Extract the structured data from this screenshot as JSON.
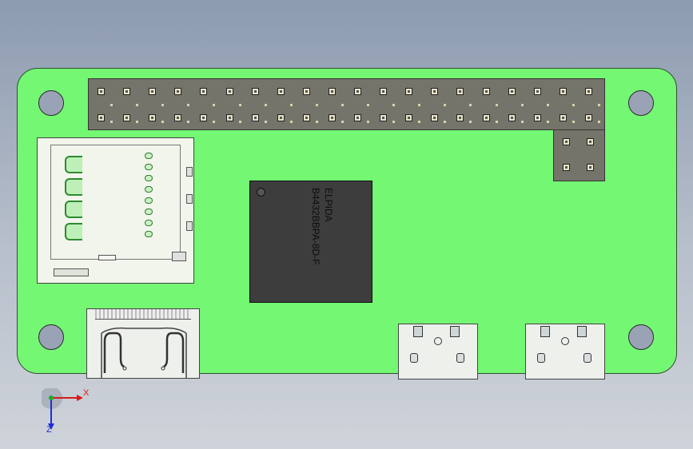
{
  "viewport": {
    "title": ""
  },
  "chip": {
    "label_line1": "ELPIDA",
    "label_line2": "B4432BBPA-8D-F"
  },
  "triad": {
    "x_label": "X",
    "z_label": "Z"
  },
  "colors": {
    "board": "#74f773",
    "header": "#74746a",
    "chip": "#3d3d3d",
    "background_top": "#8d9bb0",
    "background_bottom": "#cfd3da"
  },
  "icons": [
    "coordinate-triad-icon"
  ]
}
